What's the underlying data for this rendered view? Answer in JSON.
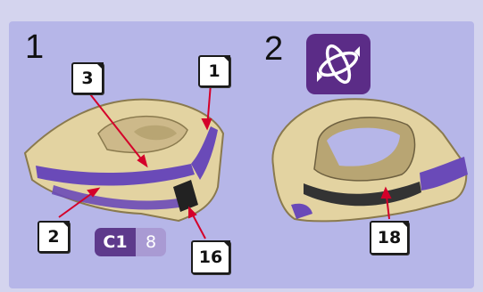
{
  "steps": [
    {
      "number": "1",
      "callouts": [
        "3",
        "1",
        "2",
        "16"
      ]
    },
    {
      "number": "2",
      "callouts": [
        "18"
      ]
    }
  ],
  "part_badge": {
    "code": "C1",
    "count": "8"
  },
  "colors": {
    "panel": "#b6b6e8",
    "gold": "#e6d6a4",
    "purple": "#6a4ab8",
    "badge_dark": "#5b2c87"
  },
  "icons": [
    "rotate-view-icon"
  ]
}
